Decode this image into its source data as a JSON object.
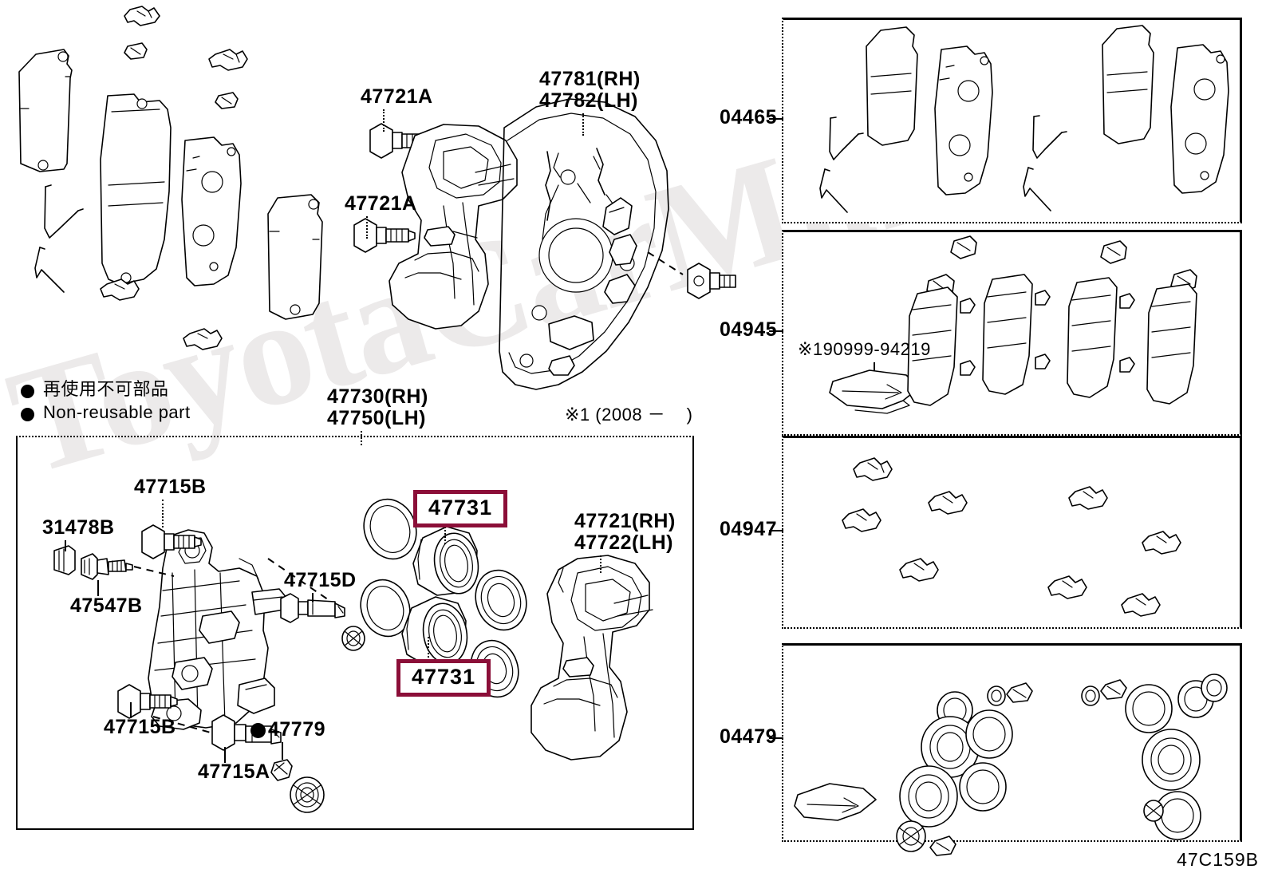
{
  "diagram": {
    "code": "47C159B",
    "watermark": "ToyotaCarMine.ru"
  },
  "legend": {
    "japanese": "再使用不可部品",
    "english": "Non-reusable part"
  },
  "notes": {
    "note_1": "※1 (2008 －    )",
    "kit_cloth": "※190999-94219"
  },
  "main_labels": [
    {
      "id": "lbl-47721a-upper",
      "text": "47721A"
    },
    {
      "id": "lbl-47721a-lower",
      "text": "47721A"
    },
    {
      "id": "lbl-47781-47782",
      "text": "47781(RH)\n47782(LH)"
    },
    {
      "id": "lbl-47730-47750",
      "text": "47730(RH)\n47750(LH)"
    }
  ],
  "caliper_labels": [
    {
      "id": "lbl-31478b",
      "text": "31478B"
    },
    {
      "id": "lbl-47715b-top",
      "text": "47715B"
    },
    {
      "id": "lbl-47547b",
      "text": "47547B"
    },
    {
      "id": "lbl-47715d",
      "text": "47715D"
    },
    {
      "id": "lbl-47715b-bottom",
      "text": "47715B"
    },
    {
      "id": "lbl-47715a",
      "text": "47715A"
    },
    {
      "id": "lbl-47779",
      "text": "47779"
    },
    {
      "id": "lbl-47721-47722",
      "text": "47721(RH)\n47722(LH)"
    }
  ],
  "highlighted": [
    {
      "id": "hl-47731-upper",
      "text": "47731"
    },
    {
      "id": "hl-47731-lower",
      "text": "47731"
    }
  ],
  "kit_panels": [
    {
      "id": "panel-04465",
      "number": "04465"
    },
    {
      "id": "panel-04945",
      "number": "04945"
    },
    {
      "id": "panel-04947",
      "number": "04947"
    },
    {
      "id": "panel-04479",
      "number": "04479"
    }
  ],
  "colors": {
    "highlight_border": "#8b0e38",
    "line": "#000000",
    "watermark": "#eceaea",
    "background": "#ffffff"
  }
}
